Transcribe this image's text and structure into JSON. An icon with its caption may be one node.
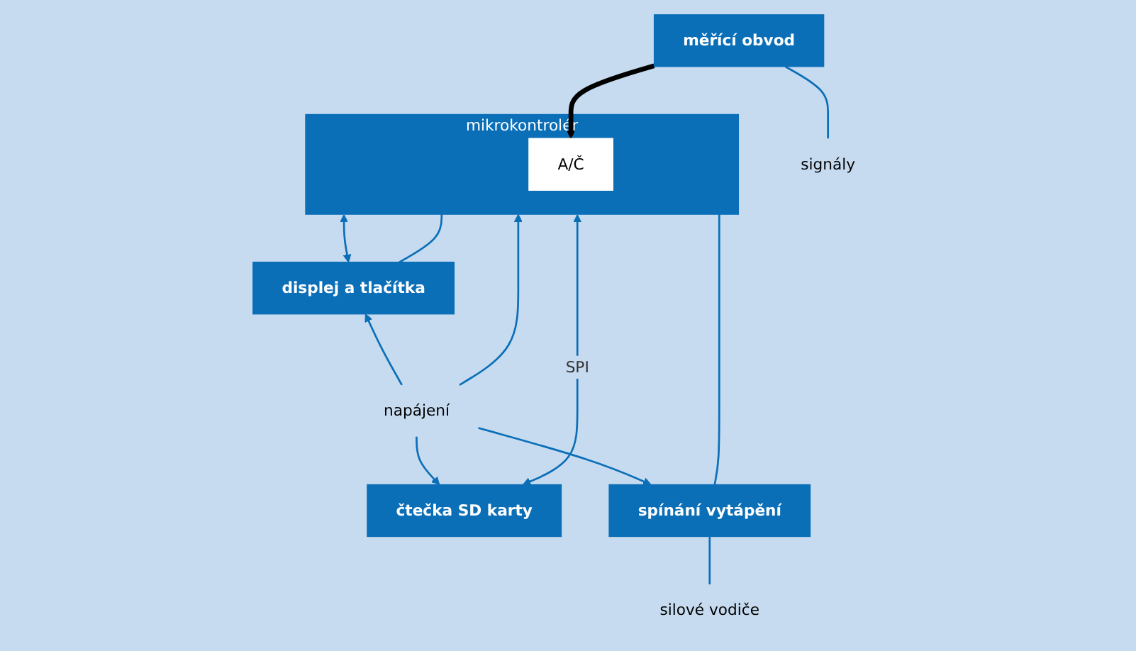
{
  "diagram": {
    "nodes": [
      {
        "text": [
          "mikrokontrolér"
        ]
      },
      {
        "text": [
          "A/Č"
        ],
        "in": 0
      },
      {
        "text": [
          "měřící obvod"
        ]
      },
      {
        "text": [
          "signály"
        ]
      },
      {
        "text": [
          "čtečka SD karty"
        ]
      },
      {
        "text": [
          "displej a tlačítka"
        ]
      },
      {
        "text": [
          "spínání vytápění"
        ]
      },
      {
        "text": [
          "silové vodiče"
        ]
      },
      {
        "text": [
          "napájení"
        ]
      }
    ],
    "edges": [
      {
        "from": 2,
        "to": 1,
        "arrow": "to",
        "style": "thick",
        "color": "#000000"
      },
      {
        "from": 2,
        "to": 3,
        "arrow": "none"
      },
      {
        "from": 0,
        "to": 4,
        "arrow": "both",
        "label": "SPI"
      },
      {
        "from": 0,
        "to": 5,
        "arrow": "both"
      },
      {
        "from": 0,
        "to": 5,
        "arrow": "none"
      },
      {
        "from": 0,
        "to": 6,
        "arrow": "none"
      },
      {
        "from": 6,
        "to": 7,
        "arrow": "none"
      },
      {
        "from": 8,
        "to": 0,
        "arrow": "to"
      },
      {
        "from": 8,
        "to": 4,
        "arrow": "to"
      },
      {
        "from": 8,
        "to": 5,
        "arrow": "to"
      },
      {
        "from": 8,
        "to": 6,
        "arrow": "to"
      }
    ]
  }
}
